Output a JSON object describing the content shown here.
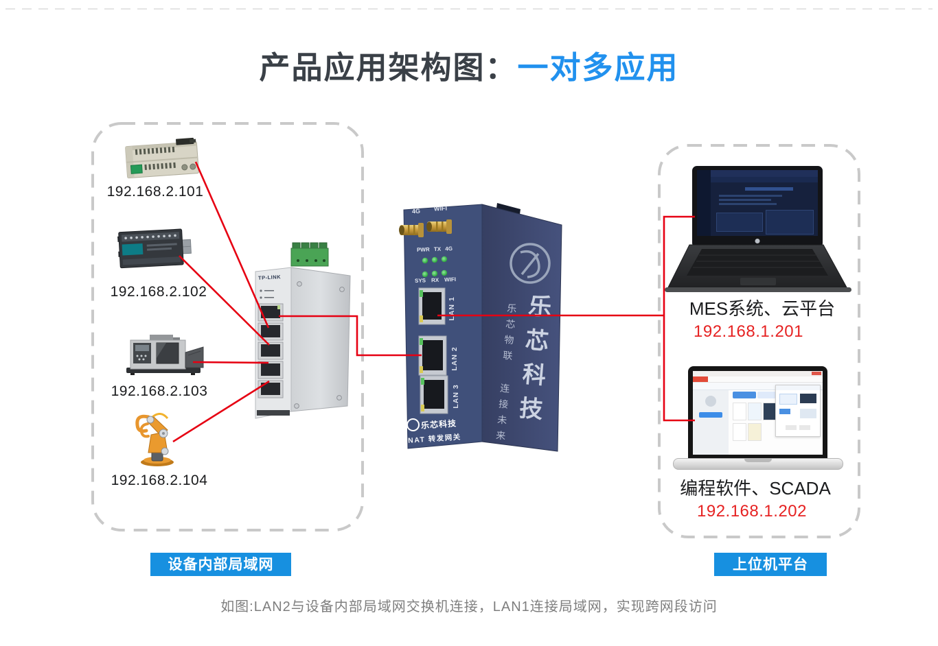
{
  "header": {
    "title_black": "产品应用架构图：",
    "title_blue": "一对多应用"
  },
  "footer": {
    "caption": "如图:LAN2与设备内部局域网交换机连接，LAN1连接局域网，实现跨网段访问"
  },
  "device_lan": {
    "group_label": "设备内部局域网",
    "devices": [
      {
        "type": "plc-controller",
        "ip": "192.168.2.101"
      },
      {
        "type": "plc-controller",
        "ip": "192.168.2.102"
      },
      {
        "type": "cnc-machine",
        "ip": "192.168.2.103"
      },
      {
        "type": "robot-arm",
        "ip": "192.168.2.104"
      }
    ],
    "switch": {
      "brand": "TP-LINK"
    }
  },
  "gateway": {
    "antennas": [
      "4G",
      "WIFI"
    ],
    "leds_top": [
      "PWR",
      "TX",
      "4G"
    ],
    "leds_bottom": [
      "SYS",
      "RX",
      "WIFI"
    ],
    "ports": [
      "LAN 1",
      "LAN 2",
      "LAN 3"
    ],
    "brand": "乐芯科技",
    "model": "NAT 转发网关",
    "side_brand": "乐芯科技",
    "side_slogan": "乐芯物联 连接未来"
  },
  "host_platform": {
    "group_label": "上位机平台",
    "computers": [
      {
        "caption": "MES系统、云平台",
        "ip": "192.168.1.201"
      },
      {
        "caption": "编程软件、SCADA",
        "ip": "192.168.1.202"
      }
    ]
  },
  "colors": {
    "accent_blue": "#1790e0",
    "title_blue": "#2191ee",
    "line_red": "#e60012"
  }
}
